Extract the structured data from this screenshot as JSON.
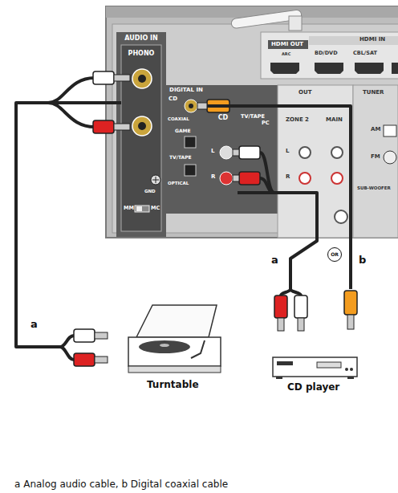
{
  "diagram": {
    "caption": "a Analog audio cable, b Digital coaxial cable",
    "nodes": [
      {
        "text": [
          "AUDIO IN"
        ]
      },
      {
        "text": [
          "PHONO"
        ],
        "in": 0
      },
      {
        "text": [
          "DIGITAL IN"
        ]
      },
      {
        "text": [
          "CD"
        ]
      },
      {
        "text": [
          "Turntable"
        ]
      },
      {
        "text": [
          "CD player"
        ]
      }
    ],
    "edges": [
      {
        "from": 4,
        "to": 1,
        "arrow": "none",
        "label": "a"
      },
      {
        "from": 5,
        "to": 3,
        "arrow": "none",
        "label": "a"
      },
      {
        "from": 5,
        "to": 2,
        "arrow": "none",
        "label": "b"
      }
    ],
    "labels": [
      "HDMI OUT",
      "ARC",
      "HDMI IN",
      "BD/DVD",
      "CBL/SAT",
      "GND",
      "MM",
      "MC",
      "CD",
      "COAXIAL",
      "GAME",
      "TV/TAPE",
      "OPTICAL",
      "L",
      "R",
      "TV/TAPE",
      "PC",
      "ZONE 2",
      "L",
      "R",
      "MAIN",
      "OUT",
      "TUNER",
      "AM",
      "FM",
      "SUB-WOOFER",
      "OR"
    ]
  }
}
